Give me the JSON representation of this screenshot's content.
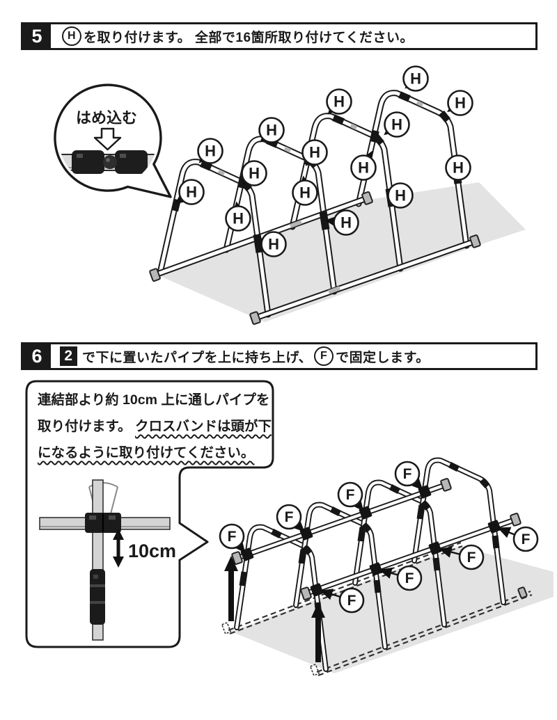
{
  "step5": {
    "number": "5",
    "part_label": "H",
    "instruction_suffix": "を取り付けます。 全部で16箇所取り付けてください。",
    "callout_text": "はめ込む",
    "clip_label": "H",
    "clip_count_note": "16"
  },
  "step6": {
    "number": "6",
    "ref_box": "2",
    "instruction_mid": "で下に置いたパイプを上に持ち上げ、",
    "part_label": "F",
    "instruction_suffix": "で固定します。",
    "clip_label": "F",
    "bubble": {
      "line1": "連結部より約 10cm 上に通しパイプを",
      "line2_plain": "取り付けます。 ",
      "line2_wavy": "クロスバンドは頭が下",
      "line3_wavy": "になるように取り付けてください。",
      "measure": "10cm"
    }
  },
  "colors": {
    "ink": "#1a1a1a",
    "ground": "#e3e3e3",
    "pipe_gray": "#d9d9d9",
    "clip_black": "#161616"
  }
}
